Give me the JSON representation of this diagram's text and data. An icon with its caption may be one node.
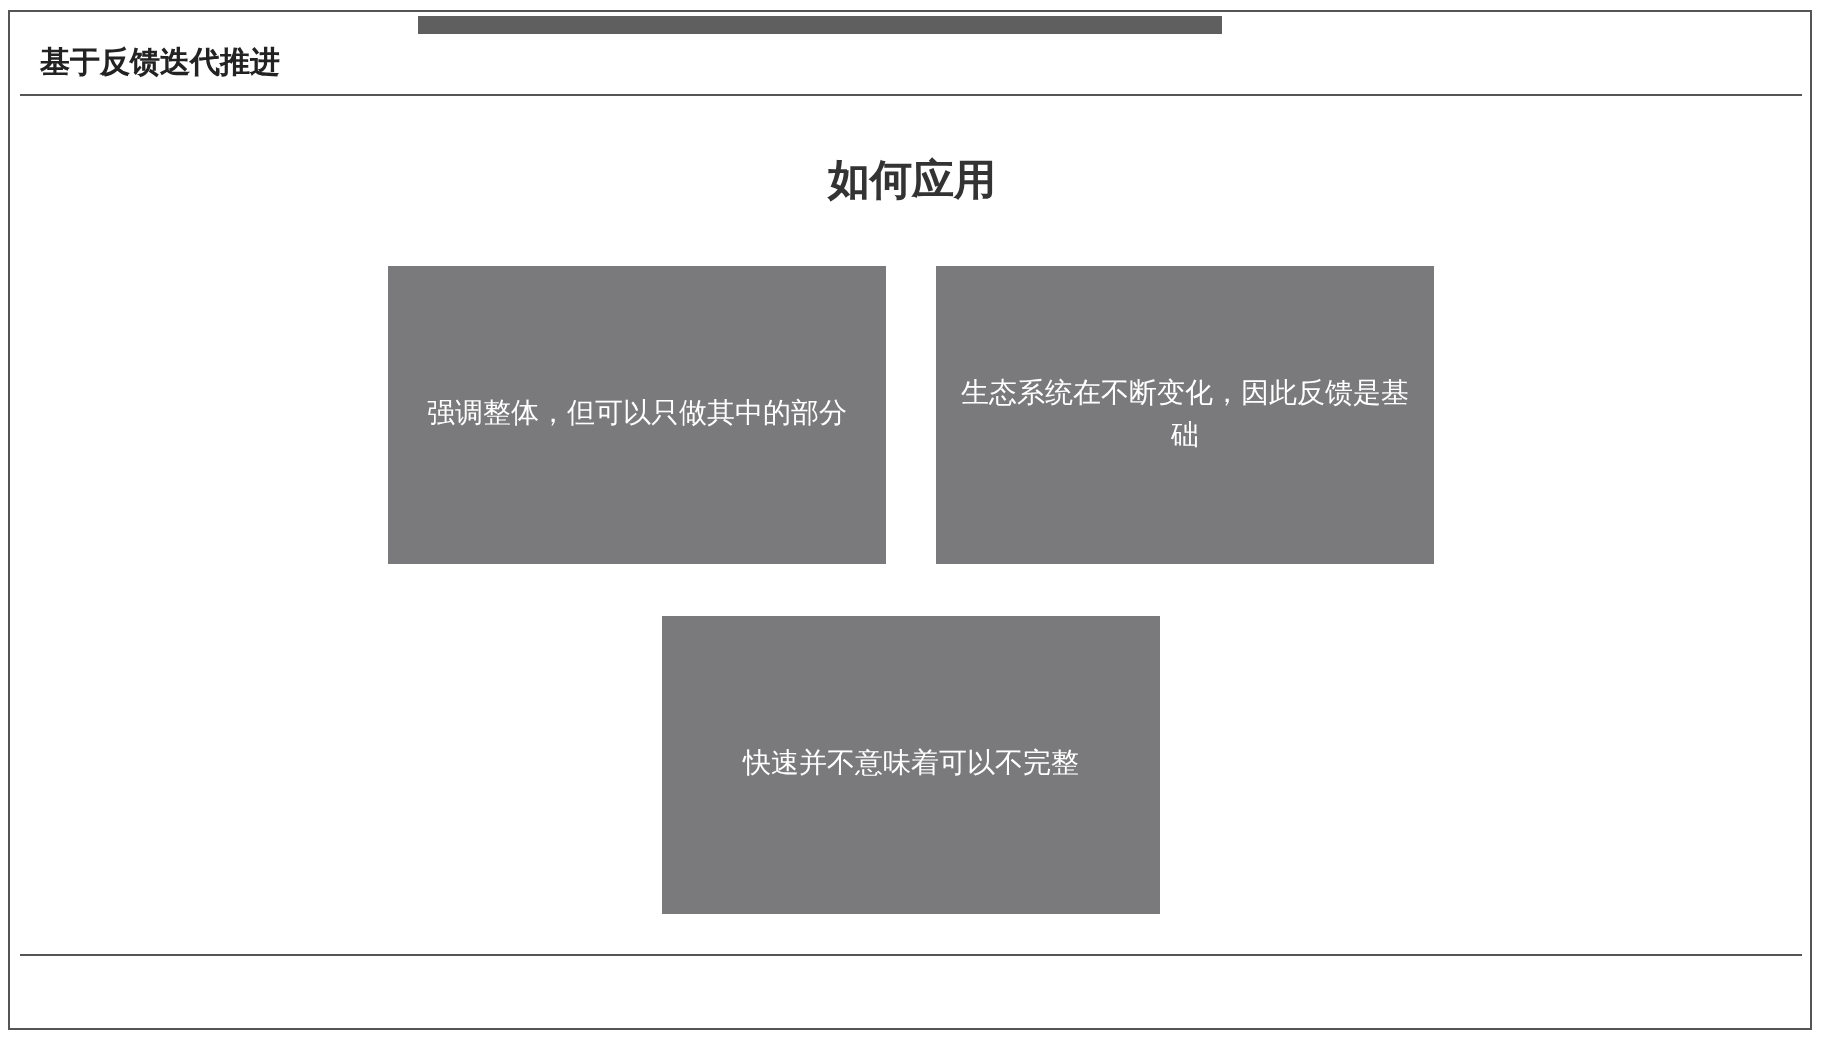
{
  "diagram": {
    "title": "基于反馈迭代推进",
    "nodes": [
      {
        "text": [
          "强调整体，但可以只做其中的部分"
        ]
      },
      {
        "text": [
          "生态系统在不断变化，因此反馈是基础"
        ]
      },
      {
        "text": [
          "快速并不意味着可以不完整"
        ]
      }
    ],
    "labels": [
      "如何应用"
    ]
  }
}
